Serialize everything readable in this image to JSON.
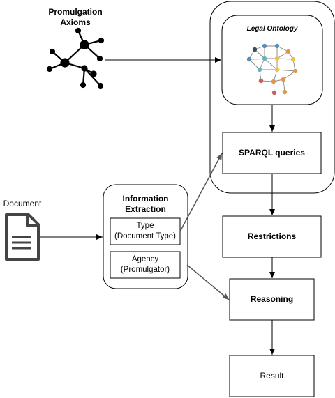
{
  "promulgation_axioms": {
    "line1": "Promulgation",
    "line2": "Axioms"
  },
  "legal_ontology": {
    "title": "Legal Ontology"
  },
  "sparql_queries": {
    "label": "SPARQL queries"
  },
  "document": {
    "label": "Document"
  },
  "information_extraction": {
    "line1": "Information",
    "line2": "Extraction",
    "type_box": {
      "line1": "Type",
      "line2": "(Document Type)"
    },
    "agency_box": {
      "line1": "Agency",
      "line2": "(Promulgator)"
    }
  },
  "restrictions": {
    "label": "Restrictions"
  },
  "reasoning": {
    "label": "Reasoning"
  },
  "result": {
    "label": "Result"
  },
  "colors": {
    "stroke": "#000000",
    "connector_gray": "#555555",
    "document_icon": "#444444",
    "node_blue": "#5b8db8",
    "node_teal": "#67b3b8",
    "node_yellow": "#e8c24a",
    "node_orange": "#e0954a",
    "node_red": "#c9605e",
    "node_dark": "#3b4b5c"
  },
  "icons": [
    "network-graph-icon",
    "knowledge-graph-icon",
    "document-icon"
  ]
}
